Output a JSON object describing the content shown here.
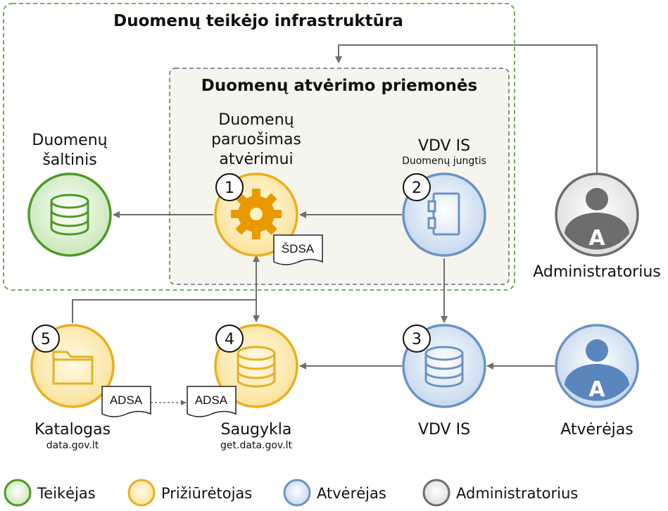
{
  "groups": {
    "provider_infrastructure": "Duomenų teikėjo infrastruktūra",
    "opening_tools": "Duomenų atvėrimo priemonės"
  },
  "nodes": {
    "source": {
      "label_line1": "Duomenų",
      "label_line2": "šaltinis"
    },
    "prep": {
      "label_line1": "Duomenų",
      "label_line2": "paruošimas",
      "label_line3": "atvėrimui",
      "number": "1"
    },
    "connector": {
      "label": "VDV IS",
      "sublabel": "Duomenų jungtis",
      "number": "2"
    },
    "vdv": {
      "label": "VDV IS",
      "number": "3"
    },
    "storage": {
      "label": "Saugykla",
      "sublabel": "get.data.gov.lt",
      "number": "4"
    },
    "catalog": {
      "label": "Katalogas",
      "sublabel": "data.gov.lt",
      "number": "5"
    },
    "admin": {
      "label": "Administratorius",
      "avatar_letter": "A"
    },
    "opener": {
      "label": "Atvėrėjas",
      "avatar_letter": "A"
    }
  },
  "documents": {
    "sdsa": "ŠDSA",
    "adsa_catalog": "ADSA",
    "adsa_storage": "ADSA"
  },
  "legend": [
    {
      "label": "Teikėjas",
      "color": "#4e9a26"
    },
    {
      "label": "Prižiūrėtojas",
      "color": "#e8b020"
    },
    {
      "label": "Atvėrėjas",
      "color": "#6a93c4"
    },
    {
      "label": "Administratorius",
      "color": "#6d6d6d"
    }
  ],
  "colors": {
    "green": "#4e9a26",
    "yellow": "#e8b020",
    "blue": "#6a93c4",
    "gray": "#6d6d6d",
    "line": "#6f6f6f"
  },
  "icons": {
    "source": "database-icon",
    "prep": "gear-icon",
    "connector": "connector-icon",
    "vdv": "database-icon",
    "storage": "database-icon",
    "catalog": "folder-icon",
    "admin": "user-avatar-icon",
    "opener": "user-avatar-icon"
  }
}
